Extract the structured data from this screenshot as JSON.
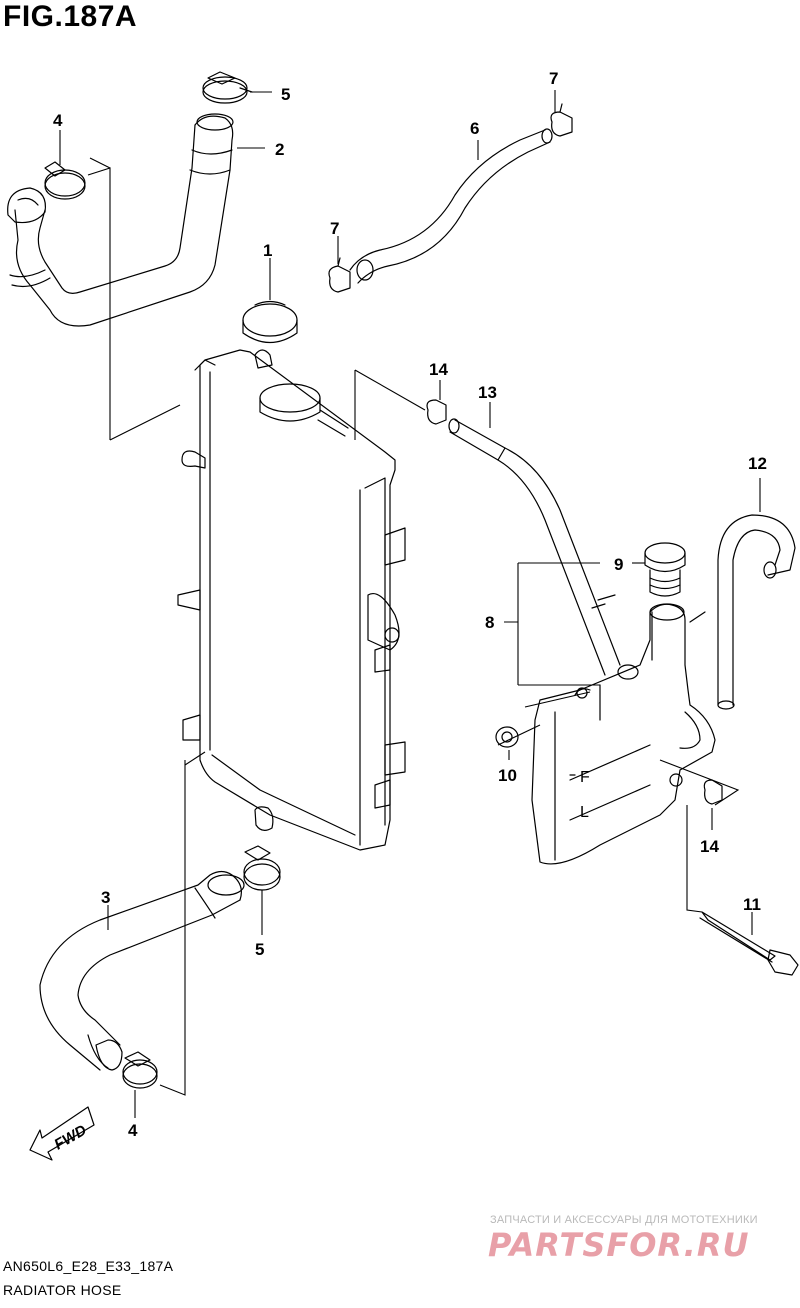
{
  "figure": {
    "title": "FIG.187A",
    "model_code": "AN650L6_E28_E33_187A",
    "section_name": "RADIATOR HOSE",
    "fwd_arrow_label": "FWD"
  },
  "callouts": [
    {
      "id": "c1",
      "label": "1"
    },
    {
      "id": "c2",
      "label": "2"
    },
    {
      "id": "c3",
      "label": "3"
    },
    {
      "id": "c4a",
      "label": "4"
    },
    {
      "id": "c4b",
      "label": "4"
    },
    {
      "id": "c5a",
      "label": "5"
    },
    {
      "id": "c5b",
      "label": "5"
    },
    {
      "id": "c6",
      "label": "6"
    },
    {
      "id": "c7a",
      "label": "7"
    },
    {
      "id": "c7b",
      "label": "7"
    },
    {
      "id": "c8",
      "label": "8"
    },
    {
      "id": "c9",
      "label": "9"
    },
    {
      "id": "c10",
      "label": "10"
    },
    {
      "id": "c11",
      "label": "11"
    },
    {
      "id": "c12",
      "label": "12"
    },
    {
      "id": "c13",
      "label": "13"
    },
    {
      "id": "c14a",
      "label": "14"
    },
    {
      "id": "c14b",
      "label": "14"
    }
  ],
  "tank_level_marks": [
    "F",
    "L"
  ],
  "watermark": {
    "tagline": "ЗАПЧАСТИ И АКСЕССУАРЫ ДЛЯ МОТОТЕХНИКИ",
    "logo": "PARTSFOR.RU"
  }
}
